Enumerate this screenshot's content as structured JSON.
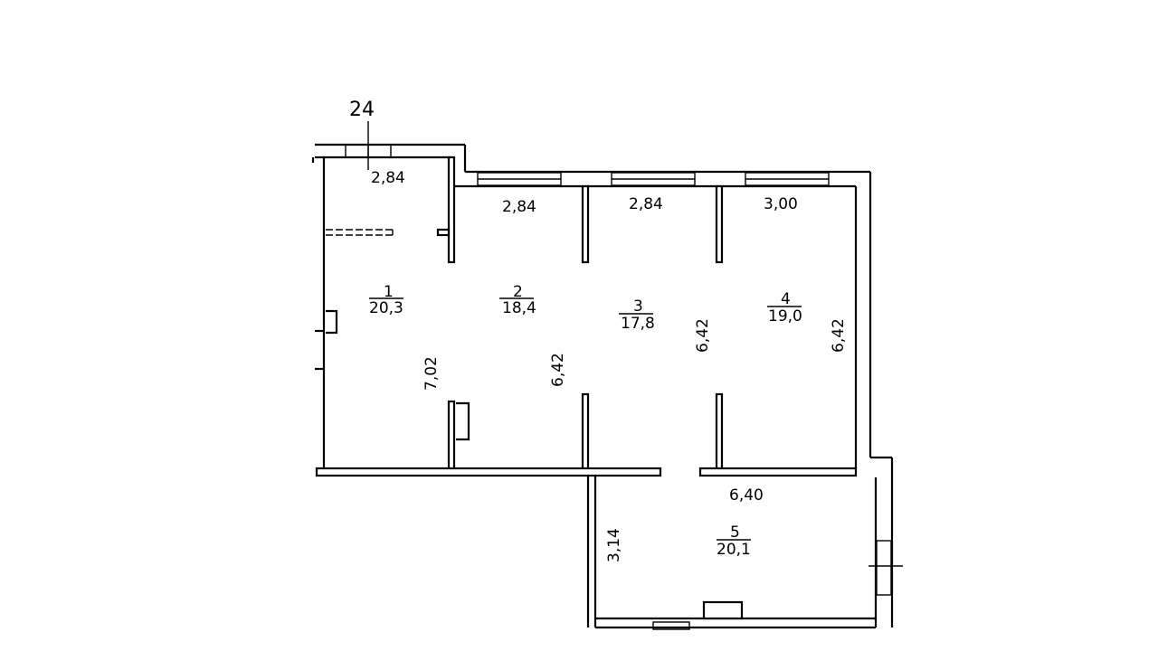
{
  "plan": {
    "building_number": "24",
    "dimensions": {
      "room1_top": "2,84",
      "room2_top": "2,84",
      "room3_top": "2,84",
      "room4_top": "3,00",
      "room1_side": "7,02",
      "room2_side": "6,42",
      "room3_side": "6,42",
      "room4_side": "6,42",
      "room5_top": "6,40",
      "room5_side": "3,14"
    },
    "rooms": [
      {
        "number": "1",
        "area": "20,3"
      },
      {
        "number": "2",
        "area": "18,4"
      },
      {
        "number": "3",
        "area": "17,8"
      },
      {
        "number": "4",
        "area": "19,0"
      },
      {
        "number": "5",
        "area": "20,1"
      }
    ]
  }
}
